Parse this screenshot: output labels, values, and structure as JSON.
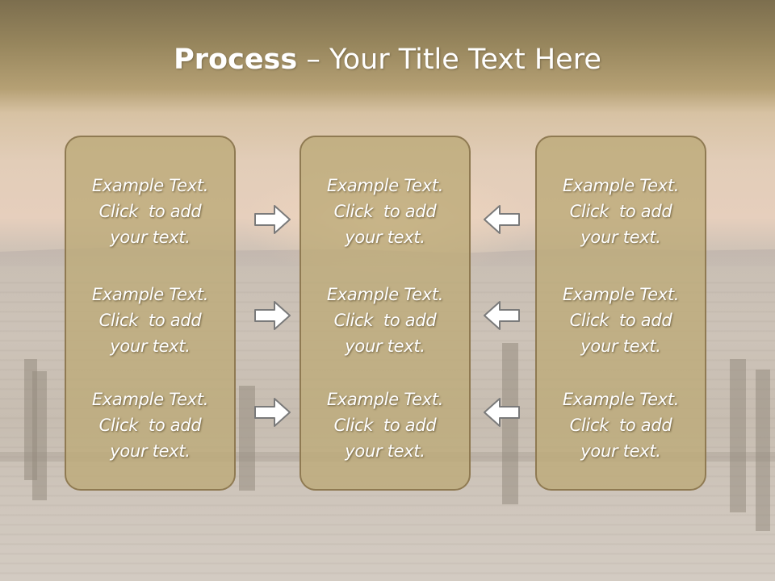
{
  "slide": {
    "title_bold": "Process",
    "title_rest": " – Your Title Text Here"
  },
  "columns": [
    {
      "items": [
        {
          "line1": "Example Text.",
          "line2": "Click  to add",
          "line3": "your text."
        },
        {
          "line1": "Example Text.",
          "line2": "Click  to add",
          "line3": "your text."
        },
        {
          "line1": "Example Text.",
          "line2": "Click  to add",
          "line3": "your text."
        }
      ]
    },
    {
      "items": [
        {
          "line1": "Example Text.",
          "line2": "Click  to add",
          "line3": "your text."
        },
        {
          "line1": "Example Text.",
          "line2": "Click  to add",
          "line3": "your text."
        },
        {
          "line1": "Example Text.",
          "line2": "Click  to add",
          "line3": "your text."
        }
      ]
    },
    {
      "items": [
        {
          "line1": "Example Text.",
          "line2": "Click  to add",
          "line3": "your text."
        },
        {
          "line1": "Example Text.",
          "line2": "Click  to add",
          "line3": "your text."
        },
        {
          "line1": "Example Text.",
          "line2": "Click  to add",
          "line3": "your text."
        }
      ]
    }
  ],
  "arrows": {
    "left_group": "arrow-right-icon",
    "right_group": "arrow-left-icon"
  },
  "colors": {
    "panel_fill": "#bdab7a",
    "panel_border": "#8f7a52",
    "arrow_fill": "#ffffff",
    "arrow_stroke": "#7a7a7a"
  }
}
